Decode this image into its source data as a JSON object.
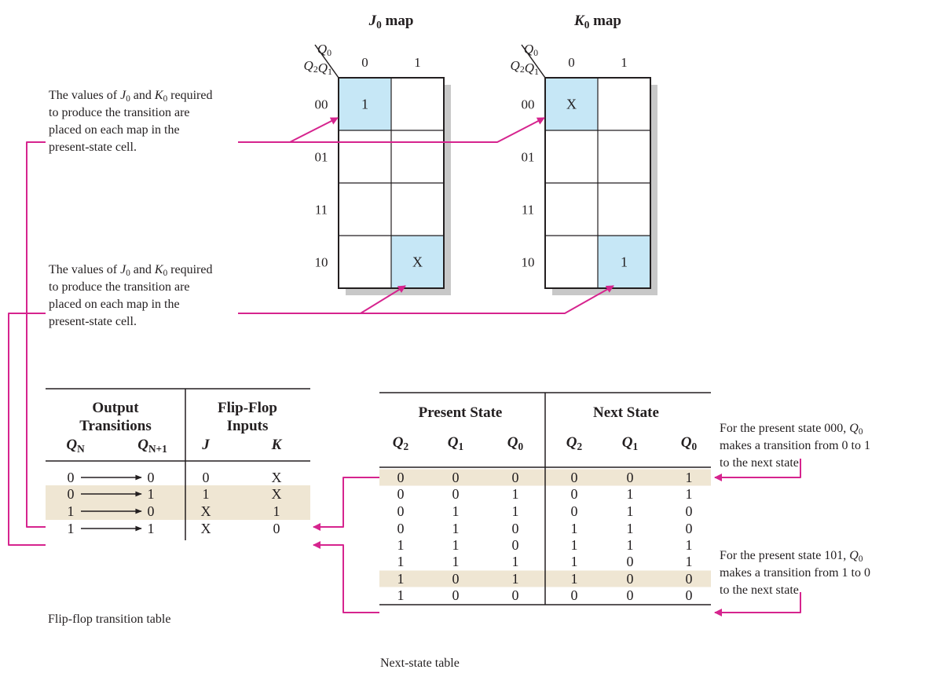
{
  "colors": {
    "arrow": "#d6248e",
    "highlight_cell": "#c6e7f6",
    "highlight_row": "#efe6d3",
    "shadow": "#c8c8c8",
    "ink": "#231f20"
  },
  "maps": [
    {
      "title_var": "J",
      "title_sub": "0",
      "title_rest": " map",
      "col_var_label": {
        "var": "Q",
        "sub": "0"
      },
      "row_var_label": [
        {
          "var": "Q",
          "sub": "2"
        },
        {
          "var": "Q",
          "sub": "1"
        }
      ],
      "col_headers": [
        "0",
        "1"
      ],
      "row_headers": [
        "00",
        "01",
        "11",
        "10"
      ],
      "cells": [
        [
          "1",
          ""
        ],
        [
          "",
          ""
        ],
        [
          "",
          ""
        ],
        [
          "",
          "X"
        ]
      ],
      "highlighted": [
        [
          0,
          0
        ],
        [
          3,
          1
        ]
      ]
    },
    {
      "title_var": "K",
      "title_sub": "0",
      "title_rest": " map",
      "col_var_label": {
        "var": "Q",
        "sub": "0"
      },
      "row_var_label": [
        {
          "var": "Q",
          "sub": "2"
        },
        {
          "var": "Q",
          "sub": "1"
        }
      ],
      "col_headers": [
        "0",
        "1"
      ],
      "row_headers": [
        "00",
        "01",
        "11",
        "10"
      ],
      "cells": [
        [
          "X",
          ""
        ],
        [
          "",
          ""
        ],
        [
          "",
          ""
        ],
        [
          "",
          "1"
        ]
      ],
      "highlighted": [
        [
          0,
          0
        ],
        [
          3,
          1
        ]
      ]
    }
  ],
  "callouts": [
    {
      "lines": [
        [
          {
            "t": "The values of "
          },
          {
            "t": "J",
            "i": true
          },
          {
            "t": "0",
            "sub": true
          },
          {
            "t": " and "
          },
          {
            "t": "K",
            "i": true
          },
          {
            "t": "0",
            "sub": true
          },
          {
            "t": " required"
          }
        ],
        [
          {
            "t": "to produce the transition are"
          }
        ],
        [
          {
            "t": "placed on each map in the"
          }
        ],
        [
          {
            "t": "present-state cell."
          }
        ]
      ]
    },
    {
      "lines": [
        [
          {
            "t": "The values of "
          },
          {
            "t": "J",
            "i": true
          },
          {
            "t": "0",
            "sub": true
          },
          {
            "t": " and "
          },
          {
            "t": "K",
            "i": true
          },
          {
            "t": "0",
            "sub": true
          },
          {
            "t": " required"
          }
        ],
        [
          {
            "t": "to produce the transition are"
          }
        ],
        [
          {
            "t": "placed on each map in the"
          }
        ],
        [
          {
            "t": "present-state cell."
          }
        ]
      ]
    },
    {
      "lines": [
        [
          {
            "t": "For the present state 000, "
          },
          {
            "t": "Q",
            "i": true
          },
          {
            "t": "0",
            "sub": true
          }
        ],
        [
          {
            "t": "makes a transition from 0 to 1"
          }
        ],
        [
          {
            "t": "to the next state."
          }
        ]
      ]
    },
    {
      "lines": [
        [
          {
            "t": "For the present state 101, "
          },
          {
            "t": "Q",
            "i": true
          },
          {
            "t": "0",
            "sub": true
          }
        ],
        [
          {
            "t": "makes a transition from 1 to 0"
          }
        ],
        [
          {
            "t": "to the next state."
          }
        ]
      ]
    }
  ],
  "transition_table": {
    "group_headers": [
      [
        "Output",
        "Transitions"
      ],
      [
        "Flip-Flop",
        "Inputs"
      ]
    ],
    "col_headers": [
      {
        "var": "Q",
        "sub": "N"
      },
      {
        "var": "Q",
        "sub": "N+1"
      },
      {
        "var": "J",
        "sub": ""
      },
      {
        "var": "K",
        "sub": ""
      }
    ],
    "rows": [
      {
        "qn": "0",
        "qn1": "0",
        "j": "0",
        "k": "X",
        "highlight": false
      },
      {
        "qn": "0",
        "qn1": "1",
        "j": "1",
        "k": "X",
        "highlight": true
      },
      {
        "qn": "1",
        "qn1": "0",
        "j": "X",
        "k": "1",
        "highlight": true
      },
      {
        "qn": "1",
        "qn1": "1",
        "j": "X",
        "k": "0",
        "highlight": false
      }
    ],
    "caption": "Flip-flop transition table"
  },
  "next_state_table": {
    "group_headers": [
      "Present State",
      "Next State"
    ],
    "col_headers": [
      {
        "var": "Q",
        "sub": "2"
      },
      {
        "var": "Q",
        "sub": "1"
      },
      {
        "var": "Q",
        "sub": "0"
      },
      {
        "var": "Q",
        "sub": "2"
      },
      {
        "var": "Q",
        "sub": "1"
      },
      {
        "var": "Q",
        "sub": "0"
      }
    ],
    "rows": [
      {
        "cells": [
          "0",
          "0",
          "0",
          "0",
          "0",
          "1"
        ],
        "highlight": true
      },
      {
        "cells": [
          "0",
          "0",
          "1",
          "0",
          "1",
          "1"
        ],
        "highlight": false
      },
      {
        "cells": [
          "0",
          "1",
          "1",
          "0",
          "1",
          "0"
        ],
        "highlight": false
      },
      {
        "cells": [
          "0",
          "1",
          "0",
          "1",
          "1",
          "0"
        ],
        "highlight": false
      },
      {
        "cells": [
          "1",
          "1",
          "0",
          "1",
          "1",
          "1"
        ],
        "highlight": false
      },
      {
        "cells": [
          "1",
          "1",
          "1",
          "1",
          "0",
          "1"
        ],
        "highlight": false
      },
      {
        "cells": [
          "1",
          "0",
          "1",
          "1",
          "0",
          "0"
        ],
        "highlight": true
      },
      {
        "cells": [
          "1",
          "0",
          "0",
          "0",
          "0",
          "0"
        ],
        "highlight": false
      }
    ],
    "caption": "Next-state table"
  }
}
